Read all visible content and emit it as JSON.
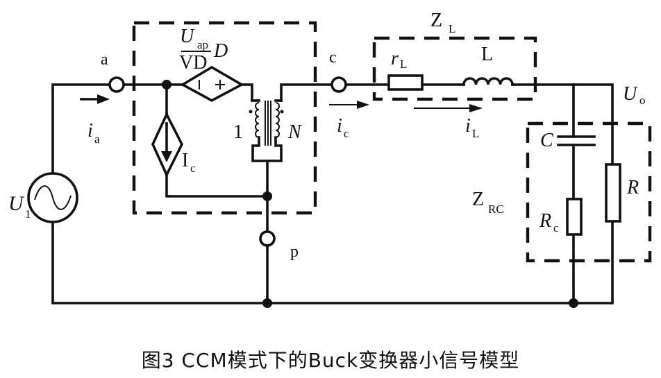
{
  "figure": {
    "caption": "图3   CCM模式下的Buck变换器小信号模型",
    "terminals": {
      "a": "a",
      "c": "c",
      "p": "p"
    },
    "source": {
      "label": "U",
      "sub": "1"
    },
    "current_ia": {
      "label": "i",
      "sub": "a"
    },
    "current_ic": {
      "label": "i",
      "sub": "c"
    },
    "current_iL": {
      "label": "i",
      "sub": "L"
    },
    "dep_voltage": {
      "num": "U",
      "num_sub": "ap",
      "den": "VD",
      "factor": "D",
      "minus": "|",
      "plus": "+"
    },
    "dep_current": {
      "label": "I",
      "sub": "c"
    },
    "transformer": {
      "primary": "1",
      "secondary": "N"
    },
    "ZL": {
      "label": "Z",
      "sub": "L"
    },
    "rL": {
      "label": "r",
      "sub": "L"
    },
    "L": {
      "label": "L"
    },
    "Uo": {
      "label": "U",
      "sub": "o"
    },
    "C": {
      "label": "C"
    },
    "ZRC": {
      "label": "Z",
      "sub": "RC"
    },
    "Rc": {
      "label": "R",
      "sub": "c"
    },
    "R": {
      "label": "R"
    }
  }
}
